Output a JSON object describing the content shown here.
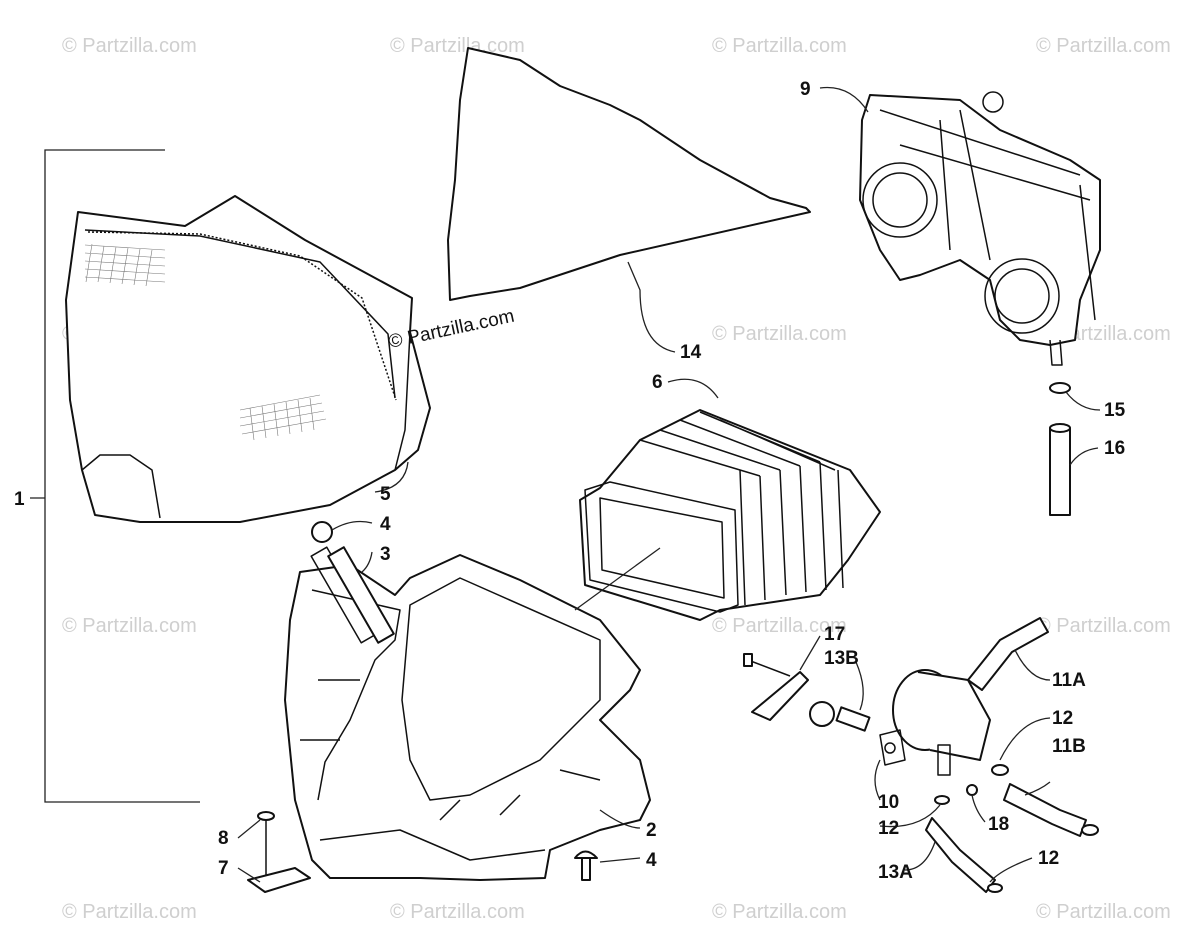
{
  "watermark": "© Partzilla.com",
  "credit": "© Partzilla.com",
  "callouts": [
    {
      "id": "c1",
      "text": "1"
    },
    {
      "id": "c2",
      "text": "2"
    },
    {
      "id": "c3",
      "text": "3"
    },
    {
      "id": "c4a",
      "text": "4"
    },
    {
      "id": "c4b",
      "text": "4"
    },
    {
      "id": "c5",
      "text": "5"
    },
    {
      "id": "c6",
      "text": "6"
    },
    {
      "id": "c7",
      "text": "7"
    },
    {
      "id": "c8",
      "text": "8"
    },
    {
      "id": "c9",
      "text": "9"
    },
    {
      "id": "c10",
      "text": "10"
    },
    {
      "id": "c11a",
      "text": "11A"
    },
    {
      "id": "c11b",
      "text": "11B"
    },
    {
      "id": "c12a",
      "text": "12"
    },
    {
      "id": "c12b",
      "text": "12"
    },
    {
      "id": "c12c",
      "text": "12"
    },
    {
      "id": "c13a",
      "text": "13A"
    },
    {
      "id": "c13b",
      "text": "13B"
    },
    {
      "id": "c14",
      "text": "14"
    },
    {
      "id": "c15",
      "text": "15"
    },
    {
      "id": "c16",
      "text": "16"
    },
    {
      "id": "c17",
      "text": "17"
    },
    {
      "id": "c18",
      "text": "18"
    }
  ]
}
